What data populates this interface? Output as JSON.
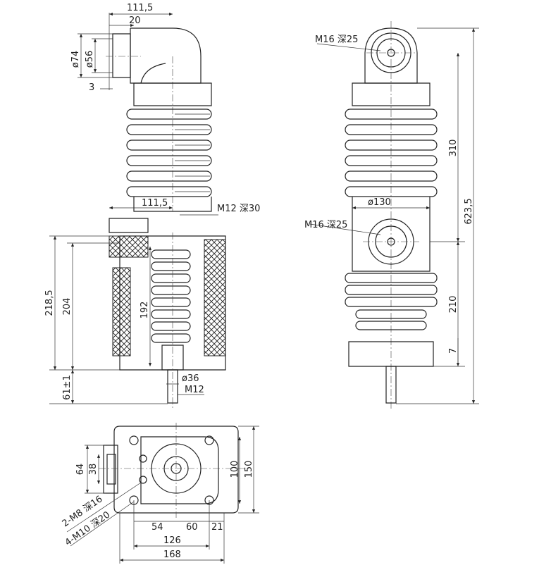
{
  "front_view": {
    "dims": {
      "top_width": "111,5",
      "top_offset": "20",
      "phi74": "ø74",
      "phi56": "ø56",
      "flange": "3",
      "mid_width": "111,5",
      "thread_m12_deep30": "M12 深30",
      "h218": "218,5",
      "h204": "204",
      "h192": "192",
      "phi36": "ø36",
      "m12": "M12",
      "h61": "61±1"
    }
  },
  "side_view": {
    "dims": {
      "top_thread": "M16 深25",
      "mid_thread": "M16 深25",
      "phi130": "ø130",
      "h310": "310",
      "h623": "623,5",
      "h210": "210",
      "h7": "7"
    }
  },
  "bottom_view": {
    "dims": {
      "d64": "64",
      "d38": "38",
      "d100": "100",
      "d150": "150",
      "d54": "54",
      "d60": "60",
      "d21": "21",
      "d126": "126",
      "d168": "168",
      "m8_holes": "2-M8 深16",
      "m10_holes": "4-M10 深20"
    }
  }
}
